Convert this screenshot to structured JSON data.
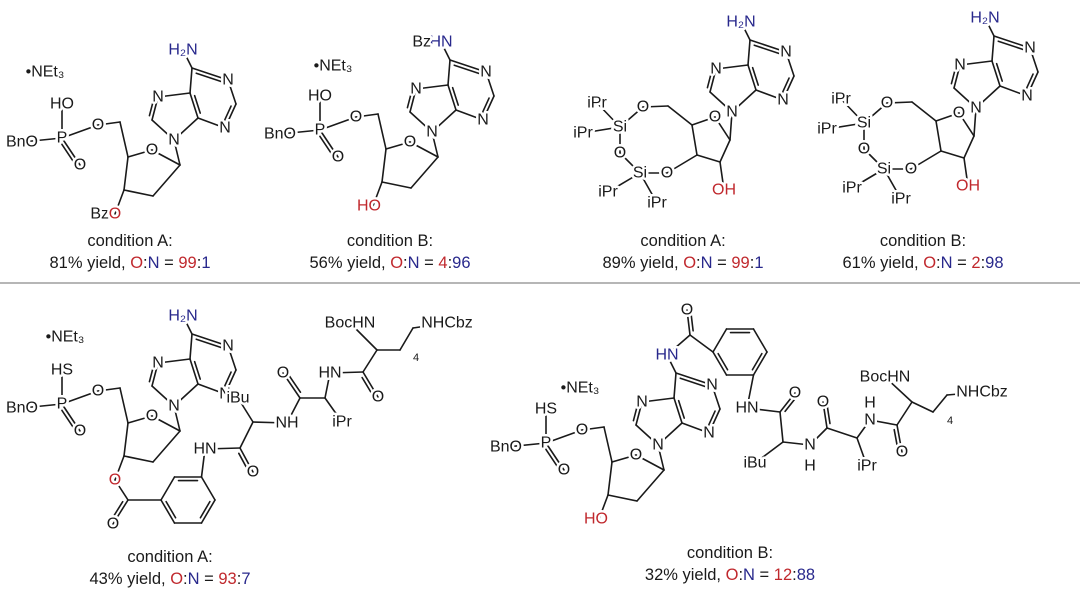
{
  "colors": {
    "oxygen": "#c0282d",
    "nitrogen": "#28288c",
    "text": "#1a1a1a",
    "divider": "#8a8a8a"
  },
  "caption_format": {
    "o": "O",
    "n": "N",
    "sep": ":",
    "eq": " = "
  },
  "molecules": [
    {
      "id": "top-1",
      "salt": "•NEt₃",
      "labels": [
        "H₂N",
        "N",
        "N",
        "N",
        "N",
        "O",
        "O",
        "P",
        "HO",
        "BnO",
        "O",
        "Bz",
        "O"
      ],
      "caption": {
        "condition": "condition A:",
        "yield_text": "81% yield, ",
        "ratio_o": "99",
        "ratio_n": "1"
      }
    },
    {
      "id": "top-2",
      "salt": "•NEt₃",
      "labels": [
        "HN",
        "N",
        "N",
        "N",
        "N",
        "O",
        "O",
        "P",
        "HO",
        "BnO",
        "O",
        "Bz",
        "HO"
      ],
      "caption": {
        "condition": "condition B:",
        "yield_text": "56% yield, ",
        "ratio_o": "4",
        "ratio_n": "96"
      }
    },
    {
      "id": "top-3",
      "labels": [
        "H₂N",
        "N",
        "N",
        "N",
        "N",
        "O",
        "O",
        "Si",
        "O",
        "Si",
        "O",
        "iPr",
        "iPr",
        "iPr",
        "iPr",
        "OH"
      ],
      "caption": {
        "condition": "condition A:",
        "yield_text": "89% yield, ",
        "ratio_o": "99",
        "ratio_n": "1"
      }
    },
    {
      "id": "top-4",
      "labels": [
        "H₂N",
        "N",
        "N",
        "N",
        "N",
        "O",
        "O",
        "Si",
        "O",
        "Si",
        "O",
        "iPr",
        "iPr",
        "iPr",
        "iPr",
        "OH"
      ],
      "caption": {
        "condition": "condition B:",
        "yield_text": "61% yield, ",
        "ratio_o": "2",
        "ratio_n": "98"
      }
    },
    {
      "id": "bottom-1",
      "salt": "•NEt₃",
      "labels": [
        "H₂N",
        "N",
        "N",
        "N",
        "N",
        "O",
        "O",
        "P",
        "HS",
        "BnO",
        "O",
        "O",
        "O",
        "HN",
        "O",
        "iBu",
        "NH",
        "O",
        "HN",
        "iPr",
        "O",
        "BocHN",
        "NHCbz",
        "4"
      ],
      "caption": {
        "condition": "condition A:",
        "yield_text": "43% yield, ",
        "ratio_o": "93",
        "ratio_n": "7"
      }
    },
    {
      "id": "bottom-2",
      "salt": "•NEt₃",
      "labels": [
        "HN",
        "N",
        "N",
        "N",
        "N",
        "O",
        "O",
        "P",
        "HS",
        "BnO",
        "O",
        "HO",
        "O",
        "HN",
        "O",
        "N",
        "H",
        "iBu",
        "O",
        "N",
        "H",
        "iPr",
        "O",
        "BocHN",
        "NHCbz",
        "4"
      ],
      "caption": {
        "condition": "condition B:",
        "yield_text": "32% yield, ",
        "ratio_o": "12",
        "ratio_n": "88"
      }
    }
  ]
}
